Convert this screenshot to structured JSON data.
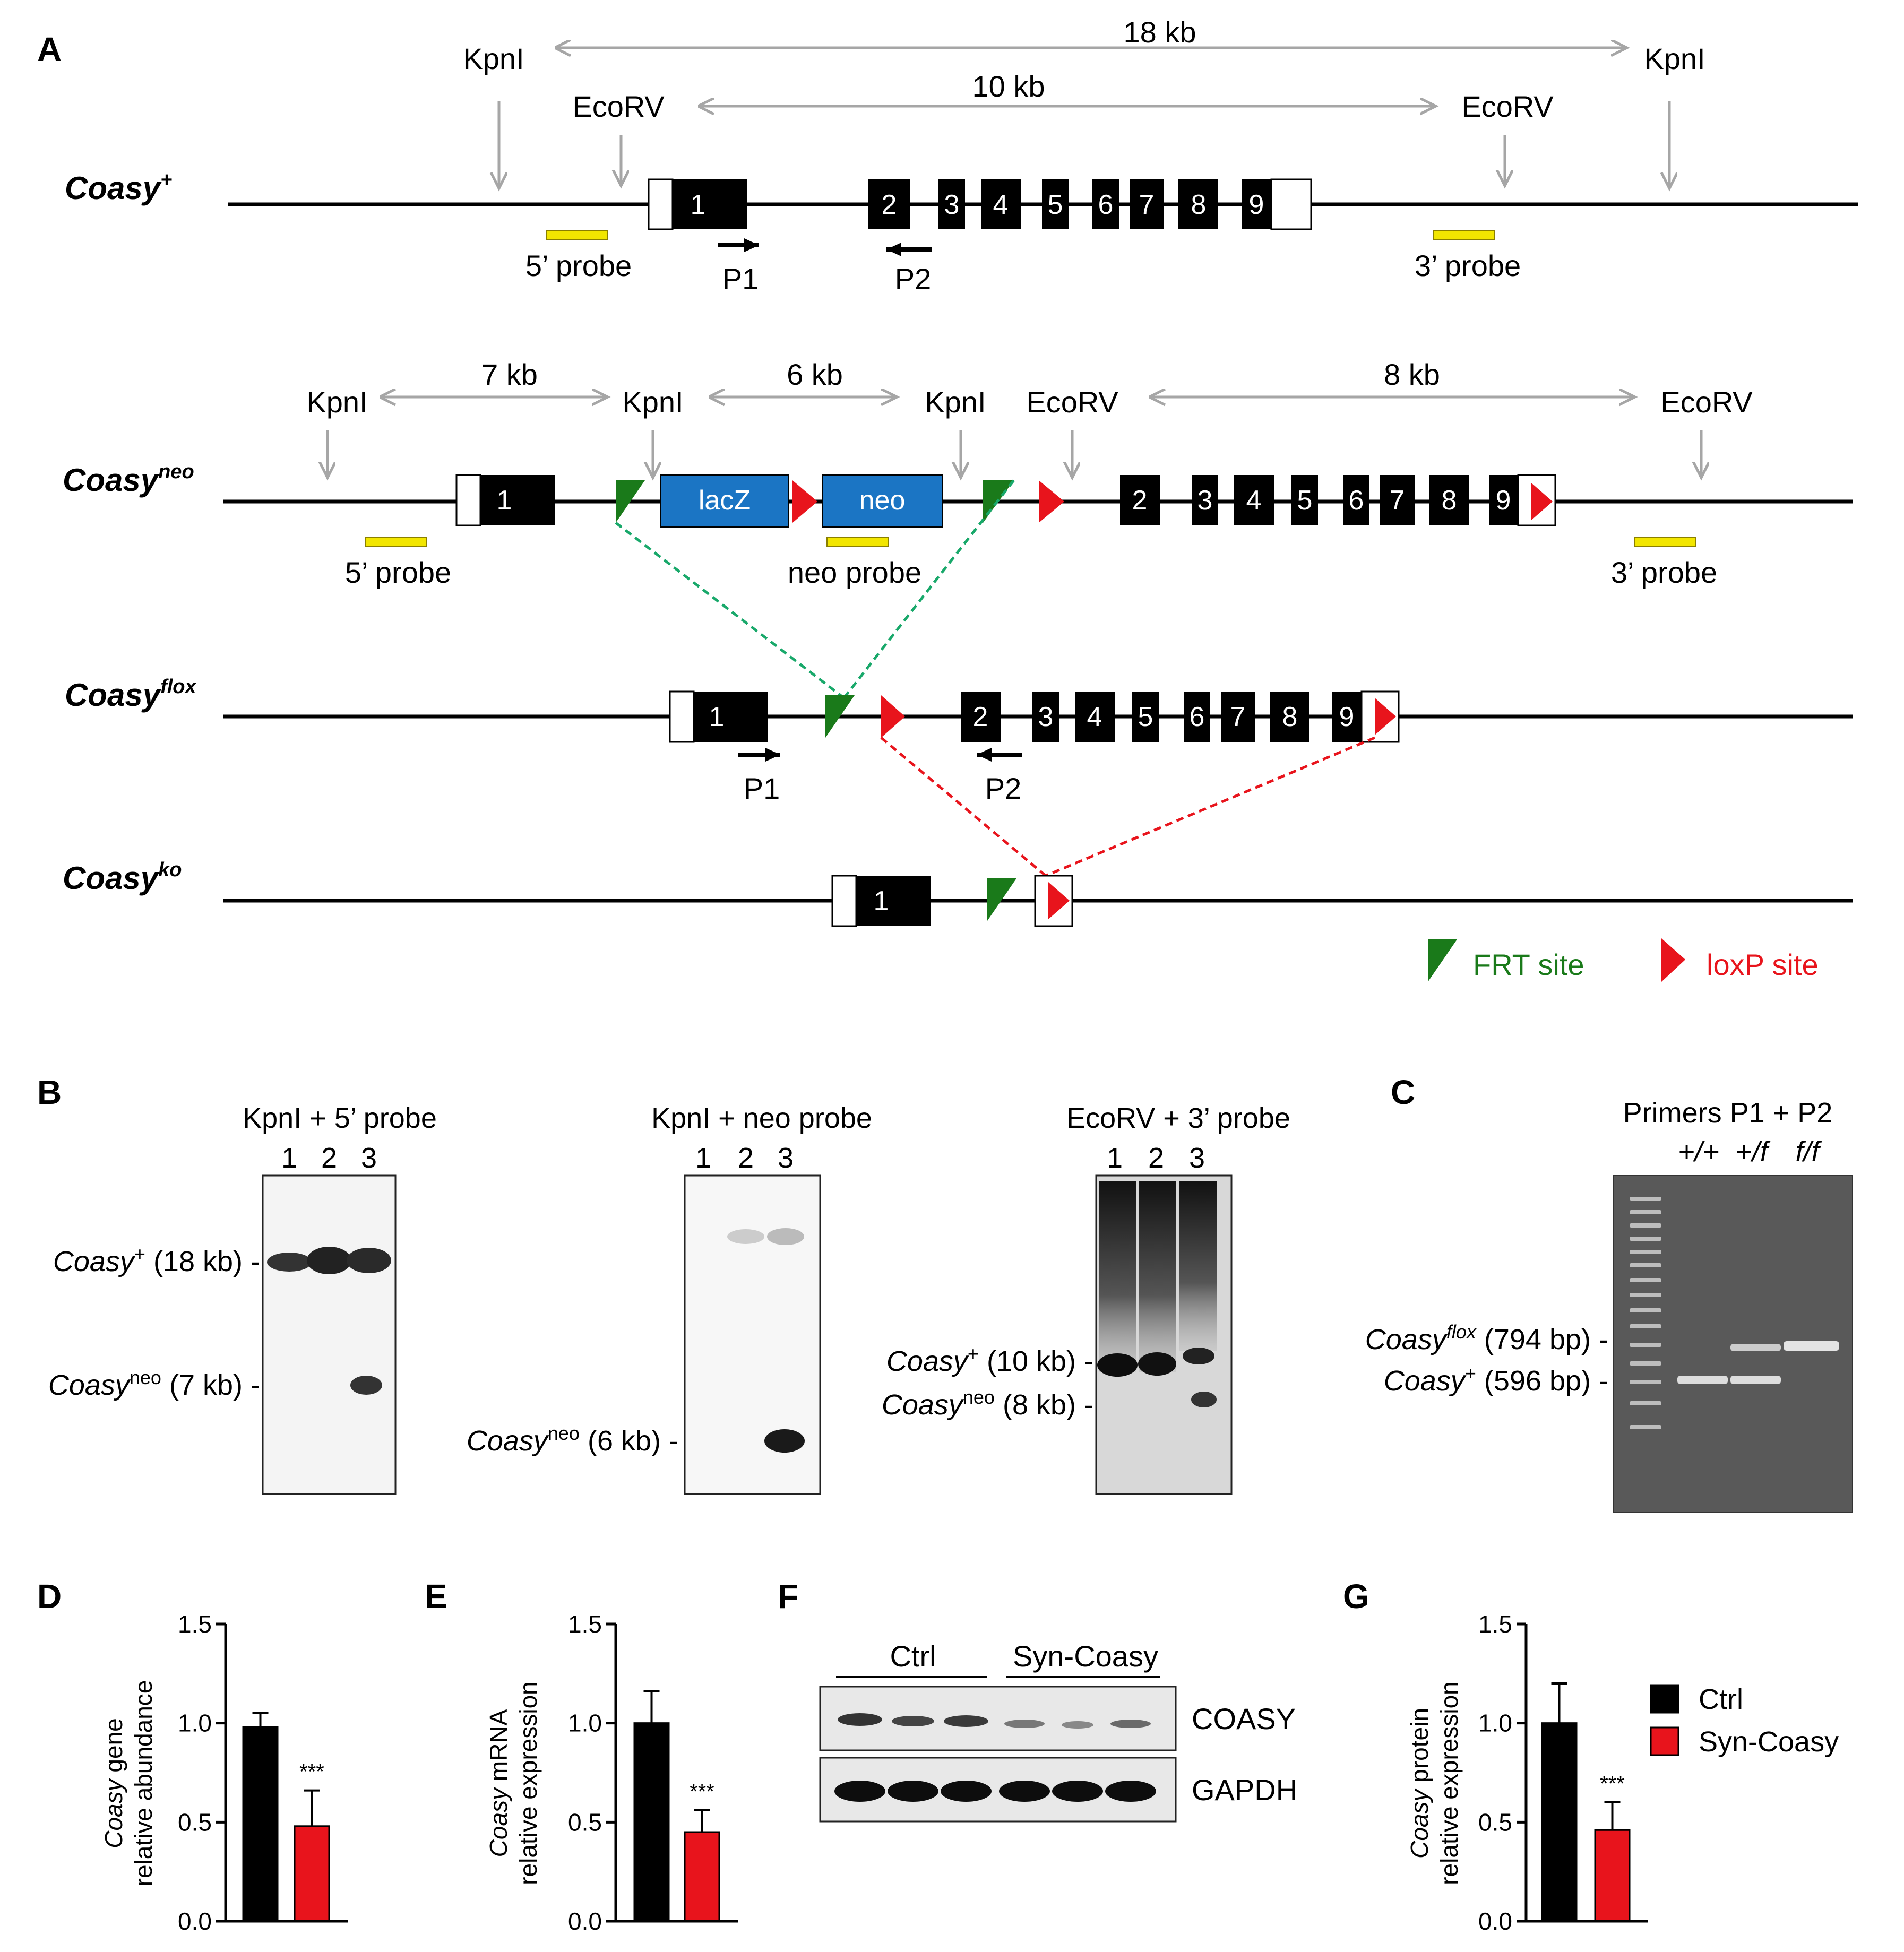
{
  "panelA": {
    "label": "A",
    "wt": {
      "allele_base": "Coasy",
      "allele_sup": "+",
      "kpn_left": "KpnI",
      "kpn_right": "KpnI",
      "eco_left": "EcoRV",
      "eco_right": "EcoRV",
      "kb18": "18 kb",
      "kb10": "10 kb",
      "exons": [
        "1",
        "2",
        "3",
        "4",
        "5",
        "6",
        "7",
        "8",
        "9"
      ],
      "probe5": "5’ probe",
      "probe3": "3’ probe",
      "p1": "P1",
      "p2": "P2"
    },
    "neo": {
      "allele_base": "Coasy",
      "allele_sup": "neo",
      "kpn1": "KpnI",
      "kpn2": "KpnI",
      "kpn3": "KpnI",
      "eco1": "EcoRV",
      "eco2": "EcoRV",
      "kb7": "7 kb",
      "kb6": "6 kb",
      "kb8": "8 kb",
      "lacz": "lacZ",
      "neo_box": "neo",
      "exons": [
        "1",
        "2",
        "3",
        "4",
        "5",
        "6",
        "7",
        "8",
        "9"
      ],
      "probe5": "5’ probe",
      "probe_neo": "neo probe",
      "probe3": "3’ probe"
    },
    "flox": {
      "allele_base": "Coasy",
      "allele_sup": "flox",
      "exons": [
        "1",
        "2",
        "3",
        "4",
        "5",
        "6",
        "7",
        "8",
        "9"
      ],
      "p1": "P1",
      "p2": "P2"
    },
    "ko": {
      "allele_base": "Coasy",
      "allele_sup": "ko",
      "exon": "1"
    },
    "legend": {
      "frt": "FRT site",
      "loxp": "loxP site",
      "frt_color": "#1a7a1a",
      "loxp_color": "#e8141c"
    }
  },
  "panelB": {
    "label": "B",
    "blot1": {
      "title": "KpnI + 5’ probe",
      "lanes": [
        "1",
        "2",
        "3"
      ],
      "band1_base": "Coasy",
      "band1_sup": "+",
      "band1_size": " (18 kb) -",
      "band2_base": "Coasy",
      "band2_sup": "neo",
      "band2_size": " (7 kb) -"
    },
    "blot2": {
      "title": "KpnI + neo probe",
      "lanes": [
        "1",
        "2",
        "3"
      ],
      "band1_base": "Coasy",
      "band1_sup": "neo",
      "band1_size": " (6 kb) -"
    },
    "blot3": {
      "title": "EcoRV + 3’ probe",
      "lanes": [
        "1",
        "2",
        "3"
      ],
      "band1_base": "Coasy",
      "band1_sup": "+",
      "band1_size": " (10 kb) -",
      "band2_base": "Coasy",
      "band2_sup": "neo",
      "band2_size": " (8 kb) -"
    }
  },
  "panelC": {
    "label": "C",
    "title": "Primers P1 + P2",
    "lanes": [
      "+/+",
      "+/f",
      "f/f"
    ],
    "band1_base": "Coasy",
    "band1_sup": "flox",
    "band1_size": " (794 bp) -",
    "band2_base": "Coasy",
    "band2_sup": "+",
    "band2_size": " (596 bp) -"
  },
  "panelF": {
    "label": "F",
    "group1": "Ctrl",
    "group2": "Syn-Coasy",
    "row1": "COASY",
    "row2": "GAPDH"
  },
  "legend": {
    "ctrl": "Ctrl",
    "syn": "Syn-Coasy",
    "ctrl_color": "#000000",
    "syn_color": "#e8141c"
  },
  "chart_data": [
    {
      "panel": "D",
      "type": "bar",
      "categories": [
        "Ctrl",
        "Syn-Coasy"
      ],
      "values": [
        0.98,
        0.48
      ],
      "errors": [
        0.07,
        0.18
      ],
      "significance": [
        "",
        "***"
      ],
      "ylabel_italic": "Coasy",
      "ylabel_rest": " gene",
      "ylabel_line2": "relative abundance",
      "ylim": [
        0,
        1.5
      ],
      "yticks": [
        "0.0",
        "0.5",
        "1.0",
        "1.5"
      ],
      "colors": [
        "#000000",
        "#e8141c"
      ]
    },
    {
      "panel": "E",
      "type": "bar",
      "categories": [
        "Ctrl",
        "Syn-Coasy"
      ],
      "values": [
        1.0,
        0.45
      ],
      "errors": [
        0.16,
        0.11
      ],
      "significance": [
        "",
        "***"
      ],
      "ylabel_italic": "Coasy",
      "ylabel_rest": " mRNA",
      "ylabel_line2": "relative expression",
      "ylim": [
        0,
        1.5
      ],
      "yticks": [
        "0.0",
        "0.5",
        "1.0",
        "1.5"
      ],
      "colors": [
        "#000000",
        "#e8141c"
      ]
    },
    {
      "panel": "G",
      "type": "bar",
      "categories": [
        "Ctrl",
        "Syn-Coasy"
      ],
      "values": [
        1.0,
        0.46
      ],
      "errors": [
        0.2,
        0.14
      ],
      "significance": [
        "",
        "***"
      ],
      "ylabel_italic": "Coasy",
      "ylabel_rest": " protein",
      "ylabel_line2": "relative expression",
      "ylim": [
        0,
        1.5
      ],
      "yticks": [
        "0.0",
        "0.5",
        "1.0",
        "1.5"
      ],
      "colors": [
        "#000000",
        "#e8141c"
      ]
    }
  ]
}
